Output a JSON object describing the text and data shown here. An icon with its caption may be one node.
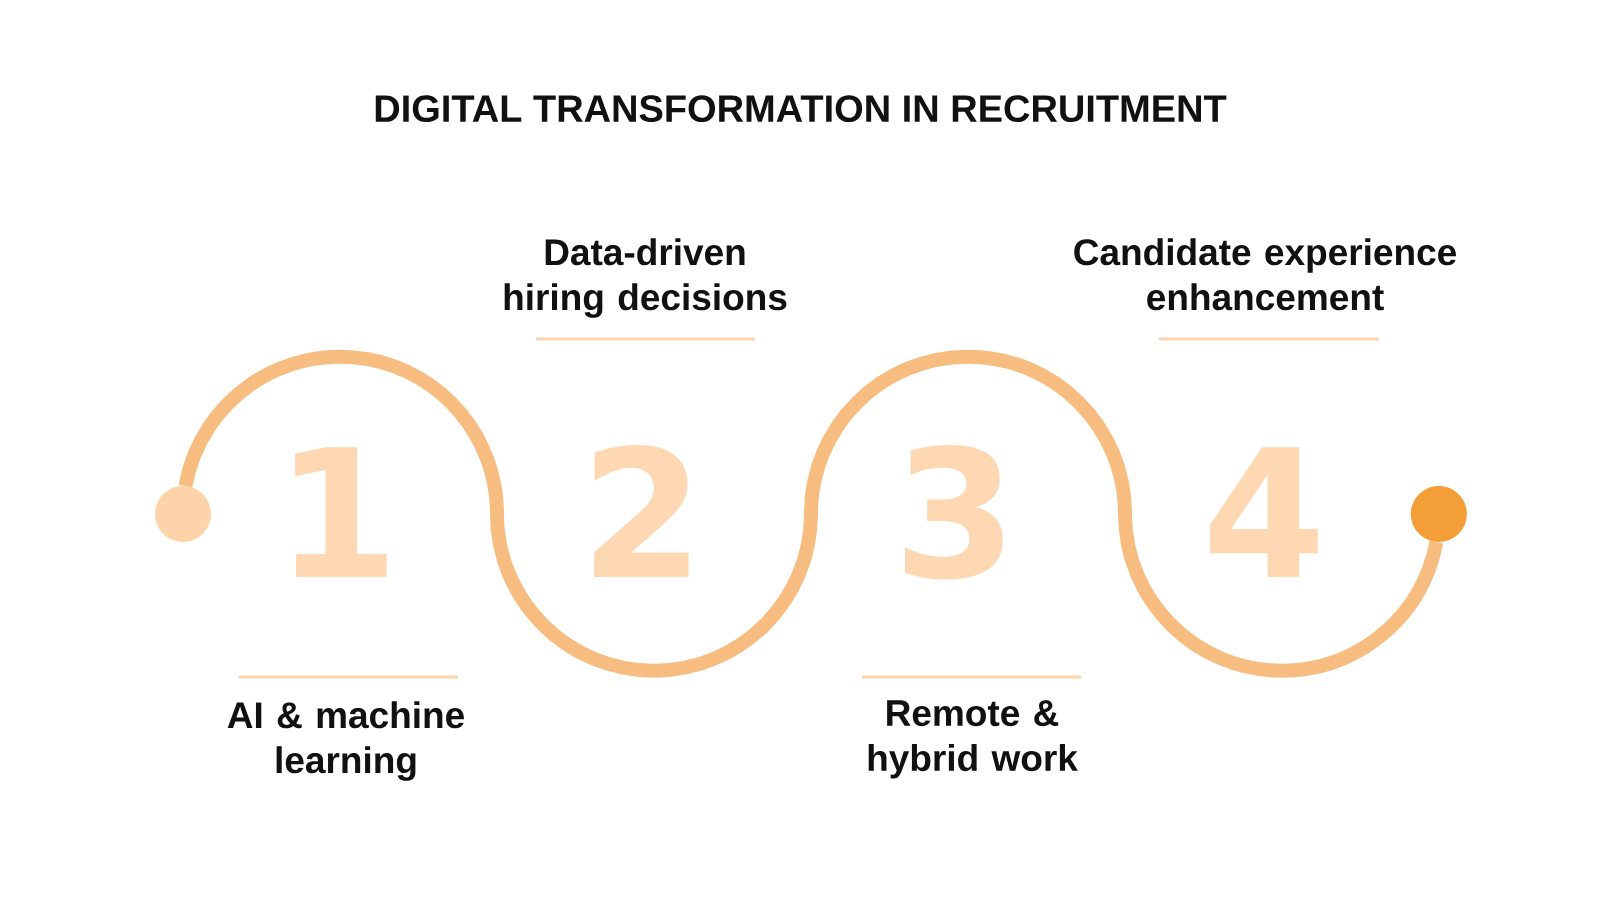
{
  "diagram": {
    "title": "DIGITAL TRANSFORMATION IN RECRUITMENT",
    "nodes": [
      {
        "text": [],
        "shape": "circle"
      },
      {
        "text": [],
        "shape": "circle"
      }
    ],
    "edges": [
      {
        "from": 0,
        "to": 1,
        "arrow": "none"
      }
    ],
    "labels": [
      "Data-driven hiring decisions",
      "Candidate experience enhancement",
      "1",
      "2",
      "3",
      "4",
      "AI & machine learning",
      "Remote & hybrid work"
    ]
  }
}
